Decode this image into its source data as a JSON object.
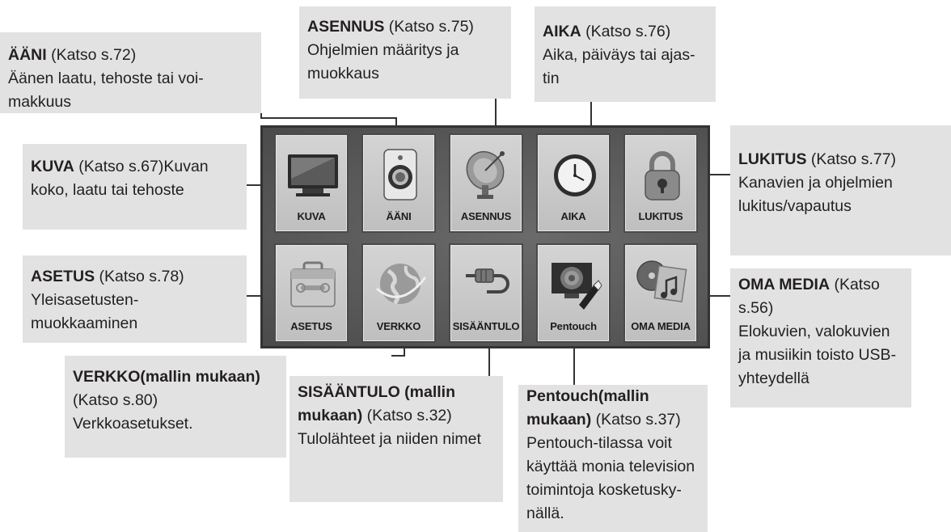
{
  "callouts": {
    "aani": {
      "title": "ÄÄNI",
      "ref": " (Katso s.72)",
      "desc": "Äänen laatu, tehoste tai voi-makkuus"
    },
    "asennus": {
      "title": "ASENNUS",
      "ref": " (Katso s.75)",
      "desc": "Ohjelmien määritys ja muokkaus"
    },
    "aika": {
      "title": "AIKA",
      "ref": " (Katso s.76)",
      "desc": "Aika, päiväys tai ajas-tin"
    },
    "kuva": {
      "title": "KUVA",
      "ref": " (Katso s.67)",
      "desc": "Kuvan koko, laatu tai tehoste"
    },
    "lukitus": {
      "title": "LUKITUS",
      "ref": " (Katso s.77)",
      "desc": "Kanavien ja ohjelmien lukitus/vapautus"
    },
    "asetus": {
      "title": "ASETUS",
      "ref": " (Katso s.78)",
      "desc": "Yleisasetusten-muokkaaminen"
    },
    "oma": {
      "title": "OMA MEDIA",
      "ref": " (Katso s.56)",
      "desc": "Elokuvien, valokuvien ja musiikin toisto USB-yhteydellä"
    },
    "verkko": {
      "title": "VERKKO(mallin mukaan)",
      "ref": " (Katso s.80)",
      "desc": "Verkkoasetukset."
    },
    "sisaan": {
      "title": "SISÄÄNTULO (mallin mukaan)",
      "ref": " (Katso s.32)",
      "desc": "Tulolähteet ja niiden nimet"
    },
    "pentouch": {
      "title": "Pentouch(mallin mukaan)",
      "ref": " (Katso s.37)",
      "desc": "Pentouch-tilassa voit käyttää monia television toimintoja kosketusky-nällä."
    }
  },
  "tiles": [
    {
      "label": "KUVA",
      "icon": "tv-icon"
    },
    {
      "label": "ÄÄNI",
      "icon": "speaker-icon"
    },
    {
      "label": "ASENNUS",
      "icon": "satellite-dish-icon"
    },
    {
      "label": "AIKA",
      "icon": "clock-icon"
    },
    {
      "label": "LUKITUS",
      "icon": "padlock-icon"
    },
    {
      "label": "ASETUS",
      "icon": "toolbox-icon"
    },
    {
      "label": "VERKKO",
      "icon": "globe-icon"
    },
    {
      "label": "SISÄÄNTULO",
      "icon": "cable-plug-icon"
    },
    {
      "label": "Pentouch",
      "icon": "pen-screen-icon"
    },
    {
      "label": "OMA MEDIA",
      "icon": "media-collage-icon"
    }
  ],
  "colors": {
    "callout_bg": "#e2e2e2",
    "panel_bg": "#5e5e5e",
    "tile_bg": "#c8c8c8",
    "text": "#231f20"
  }
}
